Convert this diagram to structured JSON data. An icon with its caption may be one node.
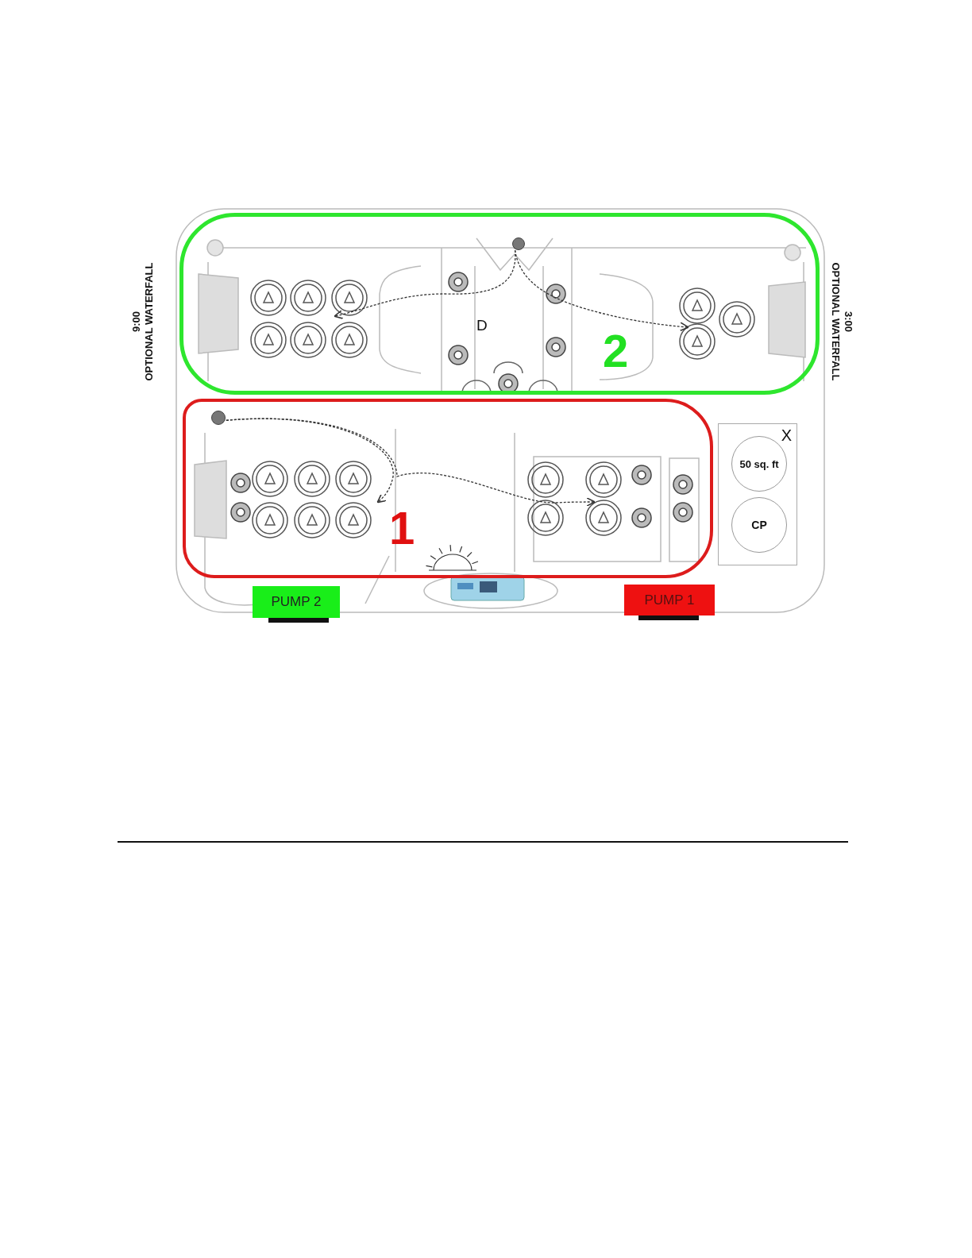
{
  "diagram": {
    "nodes": [
      {
        "text": [
          "2"
        ]
      },
      {
        "text": [],
        "shape": "circle",
        "in": 0
      },
      {
        "text": [
          "1"
        ]
      },
      {
        "text": [],
        "shape": "circle",
        "in": 2
      },
      {
        "text": [
          "X"
        ]
      },
      {
        "text": [
          "50 sq. ft"
        ],
        "in": 4
      },
      {
        "text": [
          "CP"
        ],
        "in": 4
      },
      {
        "text": [
          "PUMP 2"
        ]
      },
      {
        "text": [
          "PUMP 1"
        ]
      }
    ],
    "edges": [
      {
        "from": 1,
        "to": null,
        "arrow": "to",
        "style": "dashed"
      },
      {
        "from": 1,
        "to": null,
        "arrow": "to",
        "style": "dashed"
      },
      {
        "from": 3,
        "to": null,
        "arrow": "to",
        "style": "dashed"
      },
      {
        "from": 3,
        "to": null,
        "arrow": "to",
        "style": "dashed"
      }
    ],
    "labels": [
      "9:00",
      "OPTIONAL WATERFALL",
      "3:00",
      "OPTIONAL WATERFALL",
      "D"
    ]
  }
}
